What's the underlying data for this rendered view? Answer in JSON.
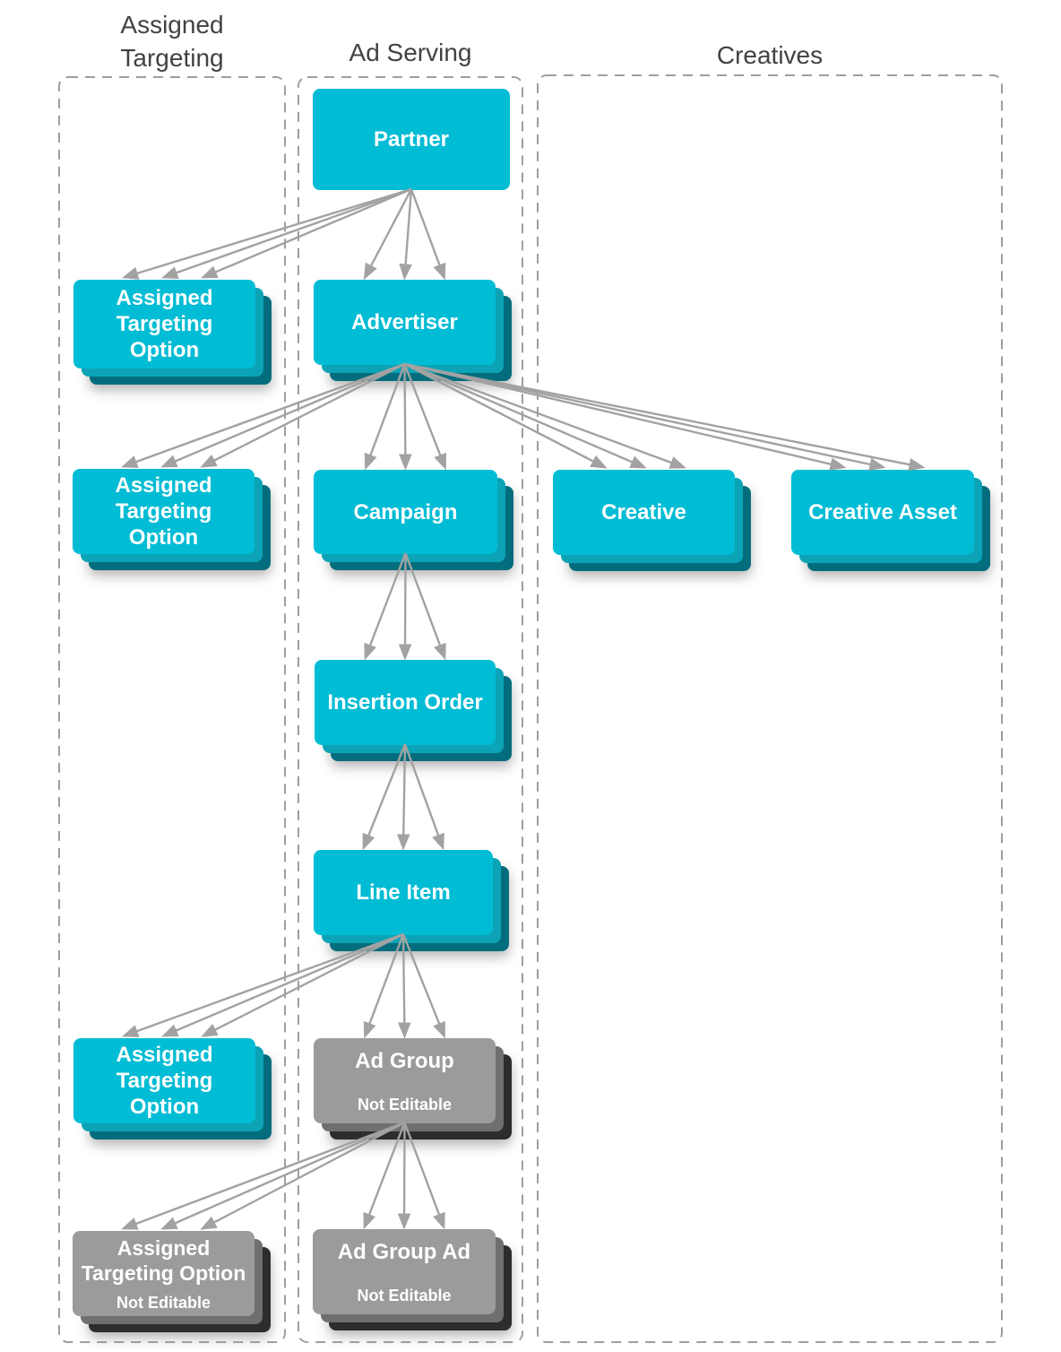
{
  "diagram": {
    "columns": [
      {
        "id": "assigned-targeting",
        "title": "Assigned Targeting"
      },
      {
        "id": "ad-serving",
        "title": "Ad Serving"
      },
      {
        "id": "creatives",
        "title": "Creatives"
      }
    ],
    "arrows_per_edge": 3
  },
  "nodes": {
    "partner": {
      "label": "Partner"
    },
    "ato_partner": {
      "label": "Assigned Targeting Option"
    },
    "advertiser": {
      "label": "Advertiser"
    },
    "ato_advertiser": {
      "label": "Assigned Targeting Option"
    },
    "campaign": {
      "label": "Campaign"
    },
    "creative": {
      "label": "Creative"
    },
    "creative_asset": {
      "label": "Creative Asset"
    },
    "insertion_order": {
      "label": "Insertion Order"
    },
    "line_item": {
      "label": "Line Item"
    },
    "ato_line_item": {
      "label": "Assigned Targeting Option"
    },
    "ad_group": {
      "label": "Ad Group",
      "sublabel": "Not Editable"
    },
    "ato_ad_group": {
      "label": "Assigned Targeting Option",
      "sublabel": "Not Editable"
    },
    "ad_group_ad": {
      "label": "Ad Group Ad",
      "sublabel": "Not Editable"
    }
  },
  "edges": [
    {
      "from": "partner",
      "to": "ato_partner"
    },
    {
      "from": "partner",
      "to": "advertiser"
    },
    {
      "from": "advertiser",
      "to": "ato_advertiser"
    },
    {
      "from": "advertiser",
      "to": "campaign"
    },
    {
      "from": "advertiser",
      "to": "creative"
    },
    {
      "from": "advertiser",
      "to": "creative_asset"
    },
    {
      "from": "campaign",
      "to": "insertion_order"
    },
    {
      "from": "insertion_order",
      "to": "line_item"
    },
    {
      "from": "line_item",
      "to": "ato_line_item"
    },
    {
      "from": "line_item",
      "to": "ad_group"
    },
    {
      "from": "ad_group",
      "to": "ato_ad_group"
    },
    {
      "from": "ad_group",
      "to": "ad_group_ad"
    }
  ],
  "colors": {
    "box_teal": "#00bcd4",
    "box_teal_layer2": "#0ba3b5",
    "box_teal_layer3": "#046d7d",
    "box_gray": "#9b9b9b",
    "box_gray_layer2": "#6f6f6f",
    "box_gray_layer3": "#2d2d2d",
    "arrow": "#a2a2a2",
    "frame_border": "#9e9e9e",
    "title_text": "#424242",
    "box_text": "#ffffff"
  }
}
